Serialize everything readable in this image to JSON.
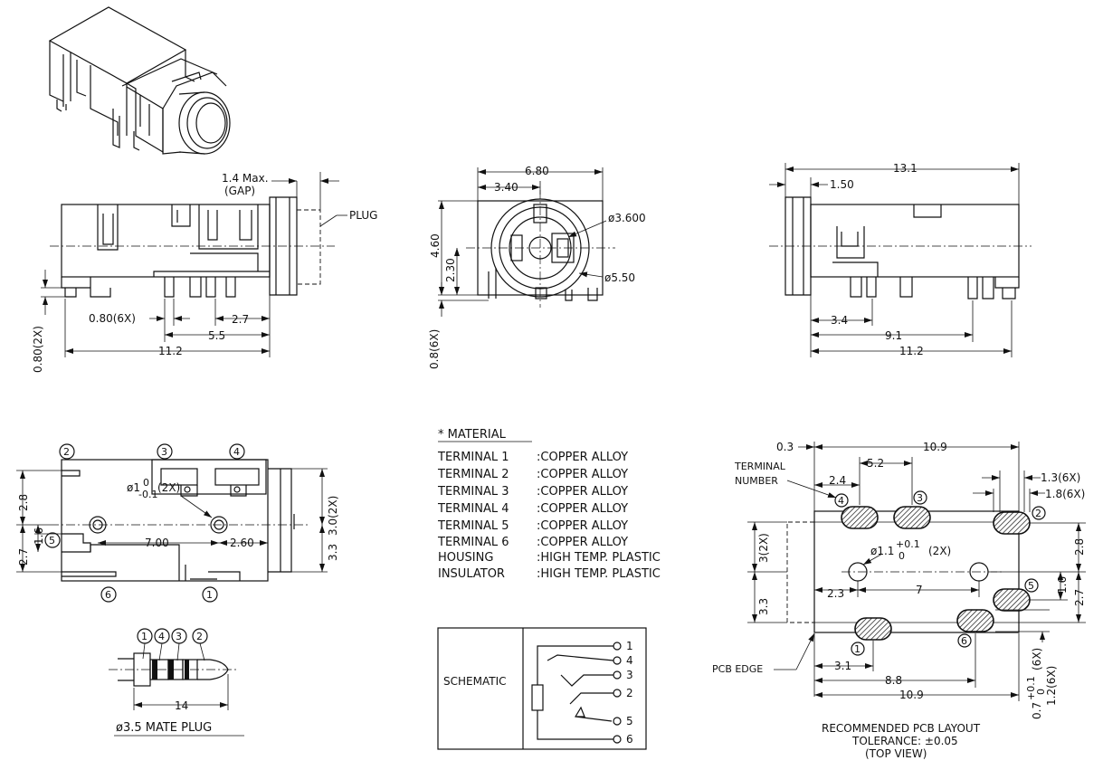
{
  "side_view_left": {
    "gap_label": "1.4 Max.",
    "gap_sub": "(GAP)",
    "plug_label": "PLUG",
    "pin_height": "0.80(2X)",
    "pin_width": "0.80(6X)",
    "dim_2_7": "2.7",
    "dim_5_5": "5.5",
    "dim_11_2": "11.2"
  },
  "front_view": {
    "width": "6.80",
    "half_width": "3.40",
    "height": "4.60",
    "center_height": "2.30",
    "inner_dia": "ø3.600",
    "outer_dia": "ø5.50",
    "pin_height": "0.8(6X)"
  },
  "side_view_right": {
    "length": "13.1",
    "flange": "1.50",
    "dim_3_4": "3.4",
    "dim_9_1": "9.1",
    "dim_11_2": "11.2"
  },
  "bottom_view": {
    "terminals_top": [
      "2",
      "3",
      "4"
    ],
    "terminal_left": "5",
    "terminals_bottom": [
      "6",
      "1"
    ],
    "dim_2_8": "2.8",
    "dim_2_7": "2.7",
    "dim_1_6": "1.6",
    "hole_label": "ø1",
    "hole_tol_upper": "0",
    "hole_tol_lower": "-0.1",
    "hole_count": "(2X)",
    "dim_7_00": "7.00",
    "dim_2_60": "2.60",
    "dim_3_0": "3.0(2X)",
    "dim_3_3": "3.3"
  },
  "material": {
    "title": "* MATERIAL",
    "rows": [
      {
        "part": "TERMINAL  1",
        "material": ":COPPER  ALLOY"
      },
      {
        "part": "TERMINAL  2",
        "material": ":COPPER  ALLOY"
      },
      {
        "part": "TERMINAL  3",
        "material": ":COPPER  ALLOY"
      },
      {
        "part": "TERMINAL  4",
        "material": ":COPPER  ALLOY"
      },
      {
        "part": "TERMINAL  5",
        "material": ":COPPER  ALLOY"
      },
      {
        "part": "TERMINAL  6",
        "material": ":COPPER  ALLOY"
      },
      {
        "part": "HOUSING",
        "material": ":HIGH  TEMP.  PLASTIC"
      },
      {
        "part": "INSULATOR",
        "material": ":HIGH  TEMP.  PLASTIC"
      }
    ]
  },
  "plug": {
    "numbers": [
      "1",
      "4",
      "3",
      "2"
    ],
    "length": "14",
    "caption": "ø3.5  MATE  PLUG"
  },
  "schematic": {
    "label": "SCHEMATIC",
    "pins": [
      "1",
      "4",
      "3",
      "2",
      "5",
      "6"
    ]
  },
  "pcb_layout": {
    "dim_0_3": "0.3",
    "dim_10_9_top": "10.9",
    "dim_5_2": "5.2",
    "terminal_label_1": "TERMINAL",
    "terminal_label_2": "NUMBER",
    "dim_2_4": "2.4",
    "dim_1_3": "1.3(6X)",
    "dim_1_8": "1.8(6X)",
    "dim_3_2x": "3(2X)",
    "hole_label": "ø1.1",
    "hole_tol_upper": "+0.1",
    "hole_tol_lower": "0",
    "hole_count": "(2X)",
    "dim_2_3": "2.3",
    "dim_7": "7",
    "dim_3_3": "3.3",
    "dim_2_8": "2.8",
    "dim_1_6": "1.6",
    "dim_2_7": "2.7",
    "pcb_edge": "PCB  EDGE",
    "dim_3_1": "3.1",
    "dim_8_8": "8.8",
    "dim_10_9_bottom": "10.9",
    "dim_pad_tol": "0.7",
    "dim_pad_tol_upper": "+0.1",
    "dim_pad_tol_lower": "0",
    "dim_pad_count": "(6X)",
    "dim_1_2": "1.2(6X)",
    "terminals": [
      "4",
      "3",
      "2",
      "5",
      "1",
      "6"
    ],
    "caption_1": "RECOMMENDED  PCB  LAYOUT",
    "caption_2": "TOLERANCE: ±0.05",
    "caption_3": "(TOP  VIEW)"
  }
}
